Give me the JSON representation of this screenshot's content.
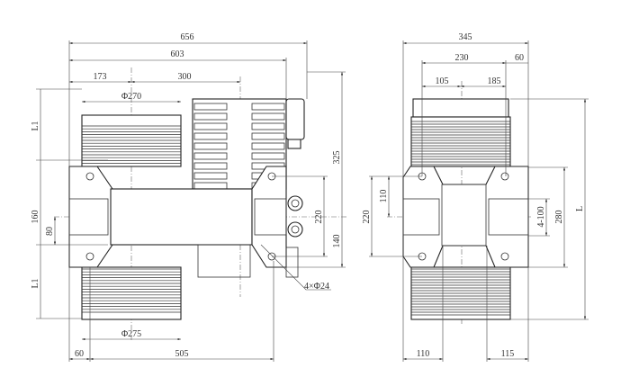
{
  "front_view": {
    "dims": {
      "overall_width": "656",
      "width_603": "603",
      "offset_173": "173",
      "offset_300": "300",
      "top_drum_dia": "Φ270",
      "bottom_drum_dia": "Φ275",
      "bottom_60": "60",
      "bottom_505": "505",
      "left_L1_top": "L1",
      "left_160": "160",
      "left_80": "80",
      "left_L1_bottom": "L1",
      "right_325": "325",
      "right_220": "220",
      "right_140": "140",
      "holes": "4×Φ24"
    }
  },
  "side_view": {
    "dims": {
      "overall_width": "345",
      "width_230": "230",
      "width_60": "60",
      "width_105": "105",
      "width_185": "185",
      "left_220": "220",
      "left_110": "110",
      "right_4_100": "4-100",
      "right_280": "280",
      "right_L": "L",
      "bottom_110": "110",
      "bottom_115": "115"
    }
  }
}
